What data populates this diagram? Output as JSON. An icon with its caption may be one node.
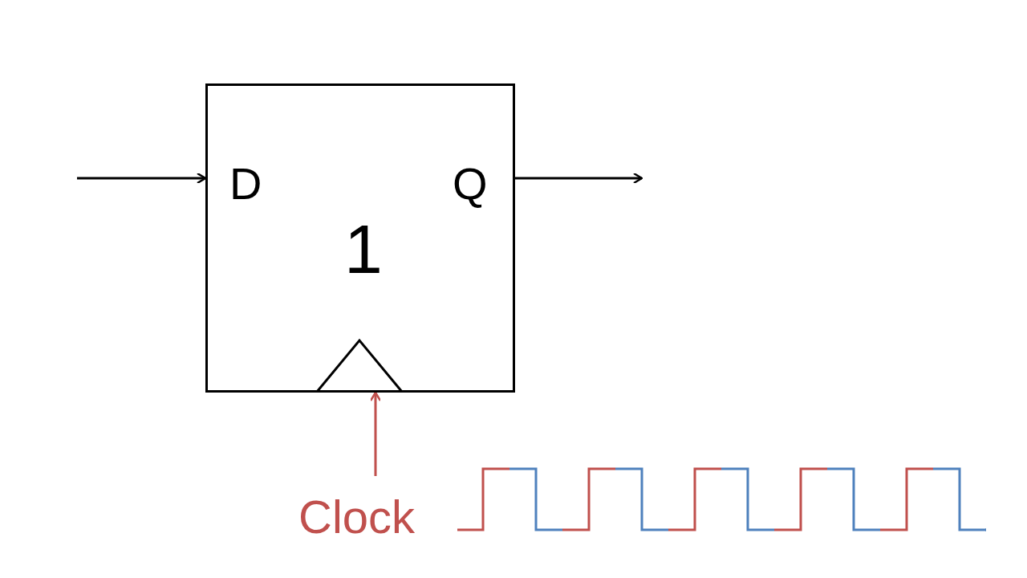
{
  "diagram": {
    "nodes": [
      {
        "text": [
          "D",
          "Q",
          "1"
        ]
      },
      {
        "text": [
          "Clock"
        ]
      }
    ],
    "edges": [
      {
        "from": null,
        "to": 0,
        "arrow": "to"
      },
      {
        "from": 0,
        "to": null,
        "arrow": "to"
      },
      {
        "from": 1,
        "to": 0,
        "arrow": "to",
        "color": "#c0504d"
      }
    ]
  }
}
